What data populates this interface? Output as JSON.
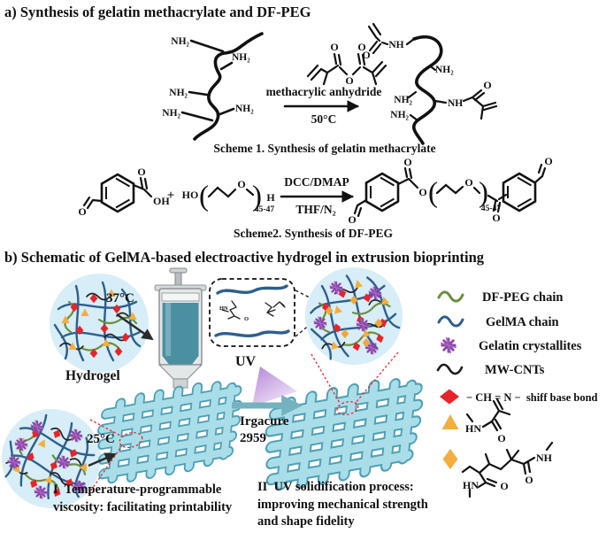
{
  "colors": {
    "gelma_blue": "#2d5f8e",
    "dfpeg_green": "#6b8e3e",
    "crystallite_purple": "#8e44ad",
    "cnt_black": "#1c1c1c",
    "schiff_red": "#e8232a",
    "bond_yellow": "#f3ae3d",
    "lattice_fill": "#a9dee9",
    "lattice_stroke": "#4f9fb5",
    "syringe_liquid_teal": "#4b8fa2",
    "uv_purple": "#b685d8",
    "process_arrow_teal": "#74b2c0",
    "hydrogel_circle_fill": "#d7edf7"
  },
  "section_a": {
    "title": "a) Synthesis of gelatin methacrylate and DF-PEG",
    "scheme1": {
      "reagent": "methacrylic anhydride",
      "condition": "50°C",
      "caption": "Scheme 1. Synthesis of gelatin methacrylate"
    },
    "scheme2": {
      "reagent_top": "DCC/DMAP",
      "reagent_bottom": "THF/N₂",
      "caption": "Scheme2. Synthesis of DF-PEG"
    }
  },
  "section_b": {
    "title": "b) Schematic of GelMA-based electroactive hydrogel in extrusion bioprinting",
    "temp_hot": "37°C",
    "temp_cold": "25°C",
    "hydrogel_label": "Hydrogel",
    "uv_label": "UV",
    "photoinitiator_line1": "Irgacure",
    "photoinitiator_line2": "2959",
    "step1_line1": "I  Temperature-programmable",
    "step1_line2": "viscosity: facilitating printability",
    "step2_line1": "II  UV solidification process:",
    "step2_line2": "improving mechanical strength",
    "step2_line3": "and shape fidelity"
  },
  "legend": {
    "rows": [
      {
        "icon": "green-squiggle",
        "label": "DF-PEG chain"
      },
      {
        "icon": "blue-squiggle",
        "label": "GelMA chain"
      },
      {
        "icon": "purple-crystallite-star",
        "label": "Gelatin crystallites"
      },
      {
        "icon": "black-squiggle",
        "label": "MW-CNTs"
      },
      {
        "icon": "red-diamond",
        "label": "− CH = N −  shiff base bond"
      },
      {
        "icon": "yellow-triangle",
        "label": ""
      },
      {
        "icon": "yellow-diamond",
        "label": ""
      }
    ]
  },
  "chem": {
    "nh2": "NH₂",
    "nh": "NH",
    "hn": "HN",
    "o": "O",
    "oh": "OH",
    "ho": "HO",
    "h": "H",
    "plus": "+",
    "peg_n": "45-47"
  }
}
